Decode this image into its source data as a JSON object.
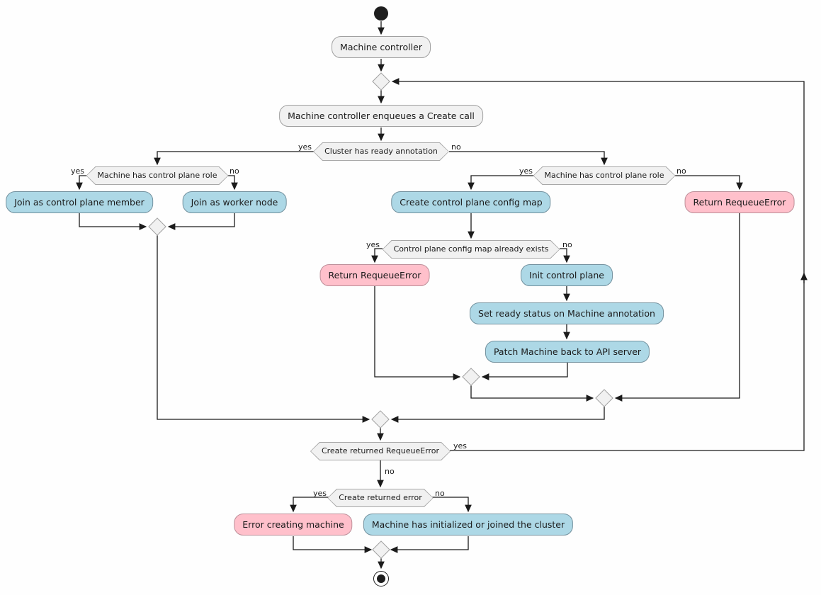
{
  "labels": {
    "yes": "yes",
    "no": "no"
  },
  "nodes": {
    "machine_controller": "Machine controller",
    "enqueue_create": "Machine controller enqueues a Create call",
    "cluster_ready": "Cluster has ready annotation",
    "cp_role_left": "Machine has control plane role",
    "cp_role_right": "Machine has control plane role",
    "join_cp_member": "Join as control plane member",
    "join_worker": "Join as worker node",
    "create_cp_configmap": "Create control plane config map",
    "return_requeue_right": "Return RequeueError",
    "configmap_exists": "Control plane config map already exists",
    "return_requeue_mid": "Return RequeueError",
    "init_cp": "Init control plane",
    "set_ready": "Set ready status on Machine annotation",
    "patch_machine": "Patch Machine back to API server",
    "create_returned_requeue": "Create returned RequeueError",
    "create_returned_error": "Create returned error",
    "error_creating": "Error creating machine",
    "machine_initialized": "Machine has initialized or joined the cluster"
  },
  "colors": {
    "activity_default_fill": "#F1F1F1",
    "activity_blue_fill": "#ADD8E6",
    "activity_pink_fill": "#FFC0CB",
    "decision_fill": "#F1F1F1",
    "border_gray": "#A0A0A0",
    "border_blue": "#73919E",
    "border_pink": "#BD8F99",
    "line": "#1B1B1B",
    "start_end_fill": "#1E1E1E"
  }
}
